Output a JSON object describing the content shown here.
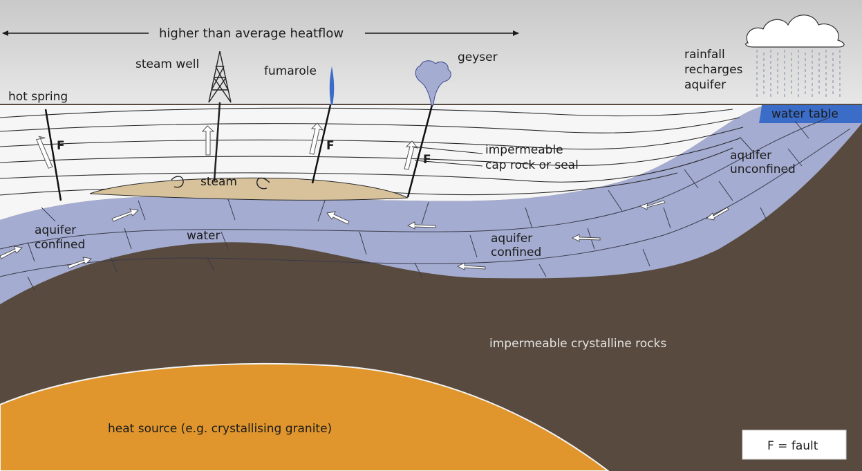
{
  "labels": {
    "heatflow": "higher than average heatflow",
    "steam_well": "steam well",
    "fumarole": "fumarole",
    "geyser": "geyser",
    "rainfall_1": "rainfall",
    "rainfall_2": "recharges",
    "rainfall_3": "aquifer",
    "hot_spring": "hot spring",
    "water_table": "water table",
    "fault_letter": "F",
    "cap_rock_1": "impermeable",
    "cap_rock_2": "cap rock or seal",
    "steam": "steam",
    "aquifer_unconfined_1": "aquifer",
    "aquifer_unconfined_2": "unconfined",
    "aquifer_confined_1": "aquifer",
    "aquifer_confined_2": "confined",
    "water": "water",
    "crystalline": "impermeable crystalline rocks",
    "heat_source": "heat source (e.g. crystallising granite)",
    "legend_fault": "F = fault"
  },
  "colors": {
    "sky": "#d6d6d6",
    "cap_rock": "#f6f6f6",
    "aquifer": "#a4acd1",
    "water_table": "#3a6cc8",
    "steam_reservoir": "#d7c29c",
    "basement": "#584a3f",
    "heat_source": "#e0962c"
  }
}
